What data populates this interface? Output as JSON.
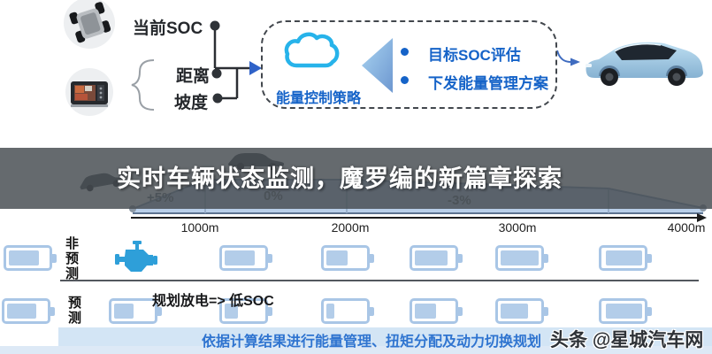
{
  "header_flow": {
    "current_soc_label": "当前SOC",
    "distance_label": "距离",
    "slope_label": "坡度",
    "strategy_label": "能量控制策略",
    "bullet_1": "目标SOC评估",
    "bullet_2": "下发能量管理方案"
  },
  "banner": {
    "title": "实时车辆状态监测，魔罗编的新篇章探索"
  },
  "road_profile": {
    "grade_labels": [
      "+5%",
      "0%",
      "-3%"
    ]
  },
  "distance_axis": {
    "ticks": [
      "1000m",
      "2000m",
      "3000m",
      "4000m"
    ]
  },
  "soc_rows": {
    "non_predictive": {
      "label": "非预测",
      "lead_battery_pct": 78,
      "cells": [
        {
          "type": "engine"
        },
        {
          "type": "battery",
          "pct": 80
        },
        {
          "type": "battery",
          "pct": 55
        },
        {
          "type": "battery",
          "pct": 85
        },
        {
          "type": "battery",
          "pct": 100
        },
        {
          "type": "battery",
          "pct": 95,
          "anchor": "right"
        }
      ]
    },
    "predictive": {
      "label": "预测",
      "annotation": "规划放电=> 低SOC",
      "lead_battery_pct": 76,
      "cells": [
        {
          "type": "battery",
          "pct": 50
        },
        {
          "type": "battery",
          "pct": 35
        },
        {
          "type": "battery",
          "pct": 20
        },
        {
          "type": "battery",
          "pct": 55
        },
        {
          "type": "battery",
          "pct": 72
        },
        {
          "type": "battery",
          "pct": 95,
          "anchor": "right"
        }
      ]
    }
  },
  "footer": {
    "caption": "依据计算结果进行能量管理、扭矩分配及动力切换规划",
    "watermark": "头条 @星城汽车网"
  },
  "colors": {
    "accent_blue": "#1563c8",
    "battery_blue": "#b3cde9",
    "cloud_cyan": "#27b3ea",
    "engine_blue": "#2e9fd9",
    "banner_gray": "#70757a",
    "footer_band": "#d3e5f5"
  }
}
